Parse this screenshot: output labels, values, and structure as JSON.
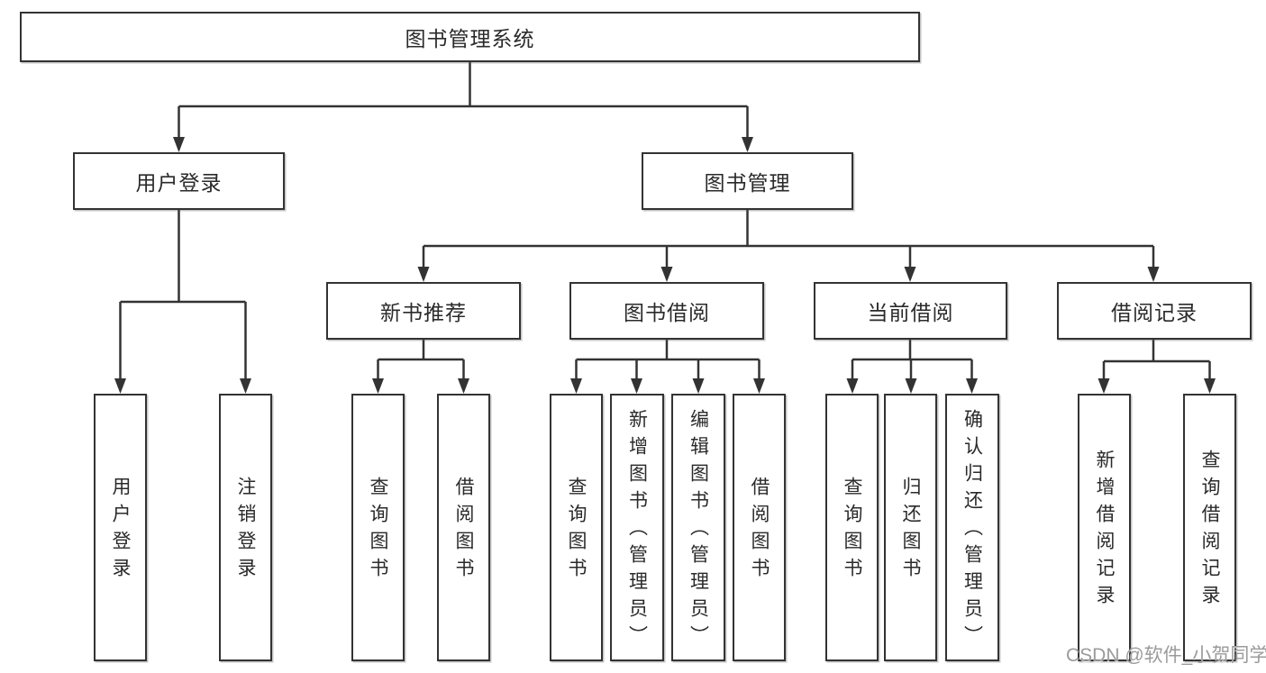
{
  "tree": {
    "root": {
      "label": "图书管理系统",
      "children": [
        {
          "label": "用户登录",
          "children": [
            {
              "label": "用户登录"
            },
            {
              "label": "注销登录"
            }
          ]
        },
        {
          "label": "图书管理",
          "children": [
            {
              "label": "新书推荐",
              "children": [
                {
                  "label": "查询图书"
                },
                {
                  "label": "借阅图书"
                }
              ]
            },
            {
              "label": "图书借阅",
              "children": [
                {
                  "label": "查询图书"
                },
                {
                  "label": "新增图书（管理员）"
                },
                {
                  "label": "编辑图书（管理员）"
                },
                {
                  "label": "借阅图书"
                }
              ]
            },
            {
              "label": "当前借阅",
              "children": [
                {
                  "label": "查询图书"
                },
                {
                  "label": "归还图书"
                },
                {
                  "label": "确认归还（管理员）"
                }
              ]
            },
            {
              "label": "借阅记录",
              "children": [
                {
                  "label": "新增借阅记录"
                },
                {
                  "label": "查询借阅记录"
                }
              ]
            }
          ]
        }
      ]
    }
  },
  "watermark": {
    "text": "CSDN @软件_小贺同学"
  },
  "colors": {
    "line": "#333333",
    "box_border": "#333333",
    "text": "#2a2a2a",
    "background": "#ffffff",
    "watermark": "#9b9b9b"
  }
}
